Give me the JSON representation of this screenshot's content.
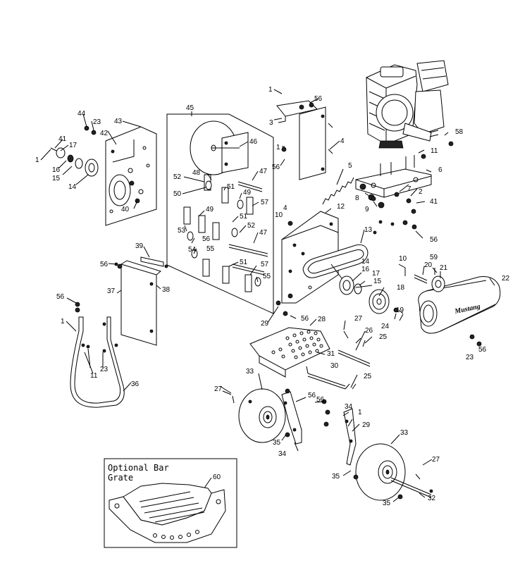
{
  "inset": {
    "title_line1": "Optional Bar",
    "title_line2": "Grate",
    "part_number": "60"
  },
  "brand_logo_text": "Mustang",
  "callouts": {
    "c1_a": "1",
    "c1_b": "1",
    "c1_c": "1",
    "c1_d": "1",
    "c1_e": "1",
    "c2": "2",
    "c3": "3",
    "c4_a": "4",
    "c4_b": "4",
    "c5": "5",
    "c6": "6",
    "c7": "7",
    "c8": "8",
    "c9": "9",
    "c10_a": "10",
    "c10_b": "10",
    "c11_a": "11",
    "c11_b": "11",
    "c12": "12",
    "c13": "13",
    "c14_a": "14",
    "c14_b": "14",
    "c15_a": "15",
    "c15_b": "15",
    "c16_a": "16",
    "c16_b": "16",
    "c17_a": "17",
    "c17_b": "17",
    "c18": "18",
    "c19": "19",
    "c20": "20",
    "c21": "21",
    "c22": "22",
    "c23_a": "23",
    "c23_b": "23",
    "c23_c": "23",
    "c24": "24",
    "c25_a": "25",
    "c25_b": "25",
    "c26": "26",
    "c27_a": "27",
    "c27_b": "27",
    "c27_c": "27",
    "c28": "28",
    "c29_a": "29",
    "c29_b": "29",
    "c30": "30",
    "c31": "31",
    "c32": "32",
    "c33_a": "33",
    "c33_b": "33",
    "c34_a": "34",
    "c34_b": "34",
    "c35_a": "35",
    "c35_b": "35",
    "c35_c": "35",
    "c36": "36",
    "c37": "37",
    "c38": "38",
    "c39": "39",
    "c40": "40",
    "c41_a": "41",
    "c41_b": "41",
    "c42": "42",
    "c43": "43",
    "c44": "44",
    "c45": "45",
    "c46": "46",
    "c47_a": "47",
    "c47_b": "47",
    "c48": "48",
    "c49_a": "49",
    "c49_b": "49",
    "c50": "50",
    "c51_a": "51",
    "c51_b": "51",
    "c51_c": "51",
    "c52_a": "52",
    "c52_b": "52",
    "c53": "53",
    "c54": "54",
    "c55_a": "55",
    "c55_b": "55",
    "c56_a": "56",
    "c56_b": "56",
    "c56_c": "56",
    "c56_d": "56",
    "c56_e": "56",
    "c56_f": "56",
    "c56_g": "56",
    "c56_h": "56",
    "c56_i": "56",
    "c57_a": "57",
    "c57_b": "57",
    "c58": "58",
    "c59": "59"
  }
}
